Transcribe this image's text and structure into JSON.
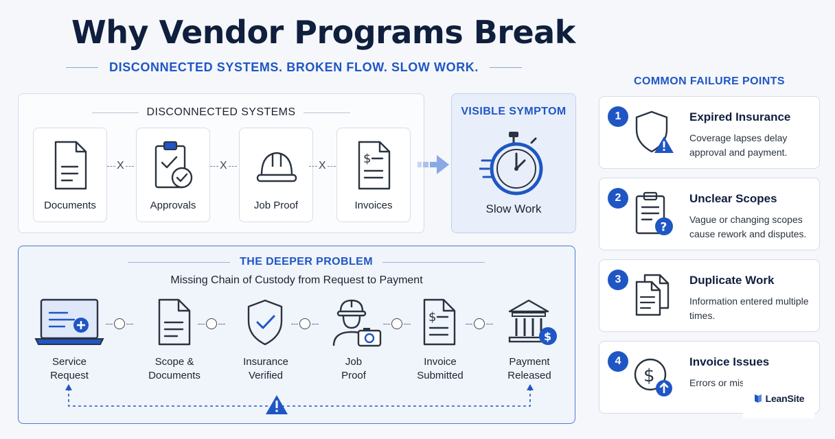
{
  "title": "Why Vendor Programs Break",
  "subtitle": "DISCONNECTED SYSTEMS. BROKEN FLOW. SLOW WORK.",
  "systems": {
    "heading": "DISCONNECTED SYSTEMS",
    "items": [
      {
        "label": "Documents",
        "icon": "document-icon"
      },
      {
        "label": "Approvals",
        "icon": "clipboard-check-icon"
      },
      {
        "label": "Job Proof",
        "icon": "hard-hat-icon"
      },
      {
        "label": "Invoices",
        "icon": "invoice-icon"
      }
    ],
    "separator": "X"
  },
  "symptom": {
    "heading": "VISIBLE SYMPTOM",
    "label": "Slow Work",
    "icon": "stopwatch-icon"
  },
  "deeper": {
    "heading": "THE DEEPER PROBLEM",
    "subheading": "Missing Chain of Custody from Request to Payment",
    "steps": [
      {
        "line1": "Service",
        "line2": "Request",
        "icon": "laptop-add-icon"
      },
      {
        "line1": "Scope &",
        "line2": "Documents",
        "icon": "document-icon"
      },
      {
        "line1": "Insurance",
        "line2": "Verified",
        "icon": "shield-check-icon"
      },
      {
        "line1": "Job",
        "line2": "Proof",
        "icon": "worker-camera-icon"
      },
      {
        "line1": "Invoice",
        "line2": "Submitted",
        "icon": "invoice-icon"
      },
      {
        "line1": "Payment",
        "line2": "Released",
        "icon": "bank-dollar-icon"
      }
    ],
    "warning_icon": "warning-icon"
  },
  "failure_points": {
    "heading": "COMMON FAILURE POINTS",
    "items": [
      {
        "num": "1",
        "title": "Expired Insurance",
        "desc": "Coverage lapses delay approval and payment.",
        "icon": "shield-warning-icon"
      },
      {
        "num": "2",
        "title": "Unclear Scopes",
        "desc": "Vague or changing scopes cause rework and disputes.",
        "icon": "clipboard-question-icon"
      },
      {
        "num": "3",
        "title": "Duplicate Work",
        "desc": "Information entered multiple times.",
        "icon": "duplicate-documents-icon"
      },
      {
        "num": "4",
        "title": "Invoice Issues",
        "desc": "Errors or mis delay payme",
        "icon": "dollar-upload-icon"
      }
    ]
  },
  "logo": {
    "text": "LeanSite"
  },
  "colors": {
    "accent": "#1f56c4",
    "title": "#0f1f3d",
    "panel_border": "#d5dbe6",
    "icon_stroke": "#2a3340"
  }
}
